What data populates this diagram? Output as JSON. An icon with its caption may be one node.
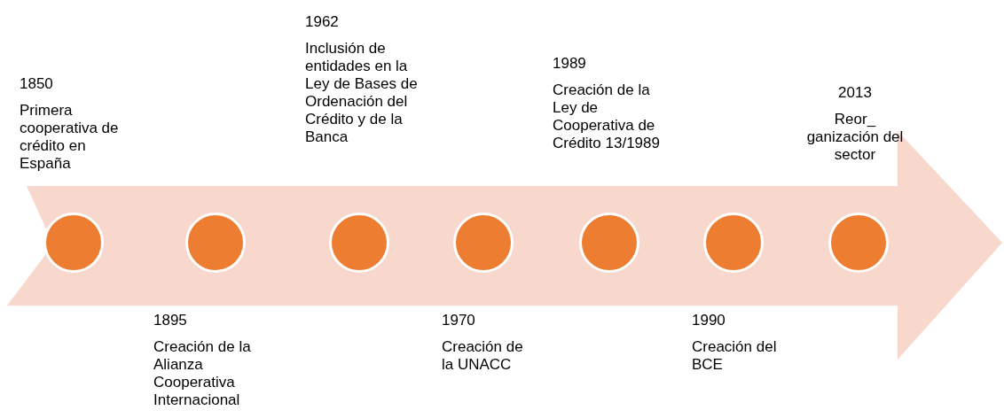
{
  "diagram": {
    "nodes": [
      {
        "text": [],
        "shape": "circle",
        "beside": [
          "1850",
          "Primera cooperativa de crédito en España"
        ]
      },
      {
        "text": [],
        "shape": "circle",
        "beside": [
          "1895",
          "Creación de la Alianza Cooperativa Internacional"
        ]
      },
      {
        "text": [],
        "shape": "circle",
        "beside": [
          "1962",
          "Inclusión de entidades en la Ley de Bases de Ordenación del Crédito y de la Banca"
        ]
      },
      {
        "text": [],
        "shape": "circle",
        "beside": [
          "1970",
          "Creación de la UNACC"
        ]
      },
      {
        "text": [],
        "shape": "circle",
        "beside": [
          "1989",
          "Creación de la Ley de Cooperativa de Crédito 13/1989"
        ]
      },
      {
        "text": [],
        "shape": "circle",
        "beside": [
          "1990",
          "Creación del BCE"
        ]
      },
      {
        "text": [],
        "shape": "circle",
        "beside": [
          "2013",
          "Reor_ ganización del sector"
        ]
      }
    ]
  }
}
